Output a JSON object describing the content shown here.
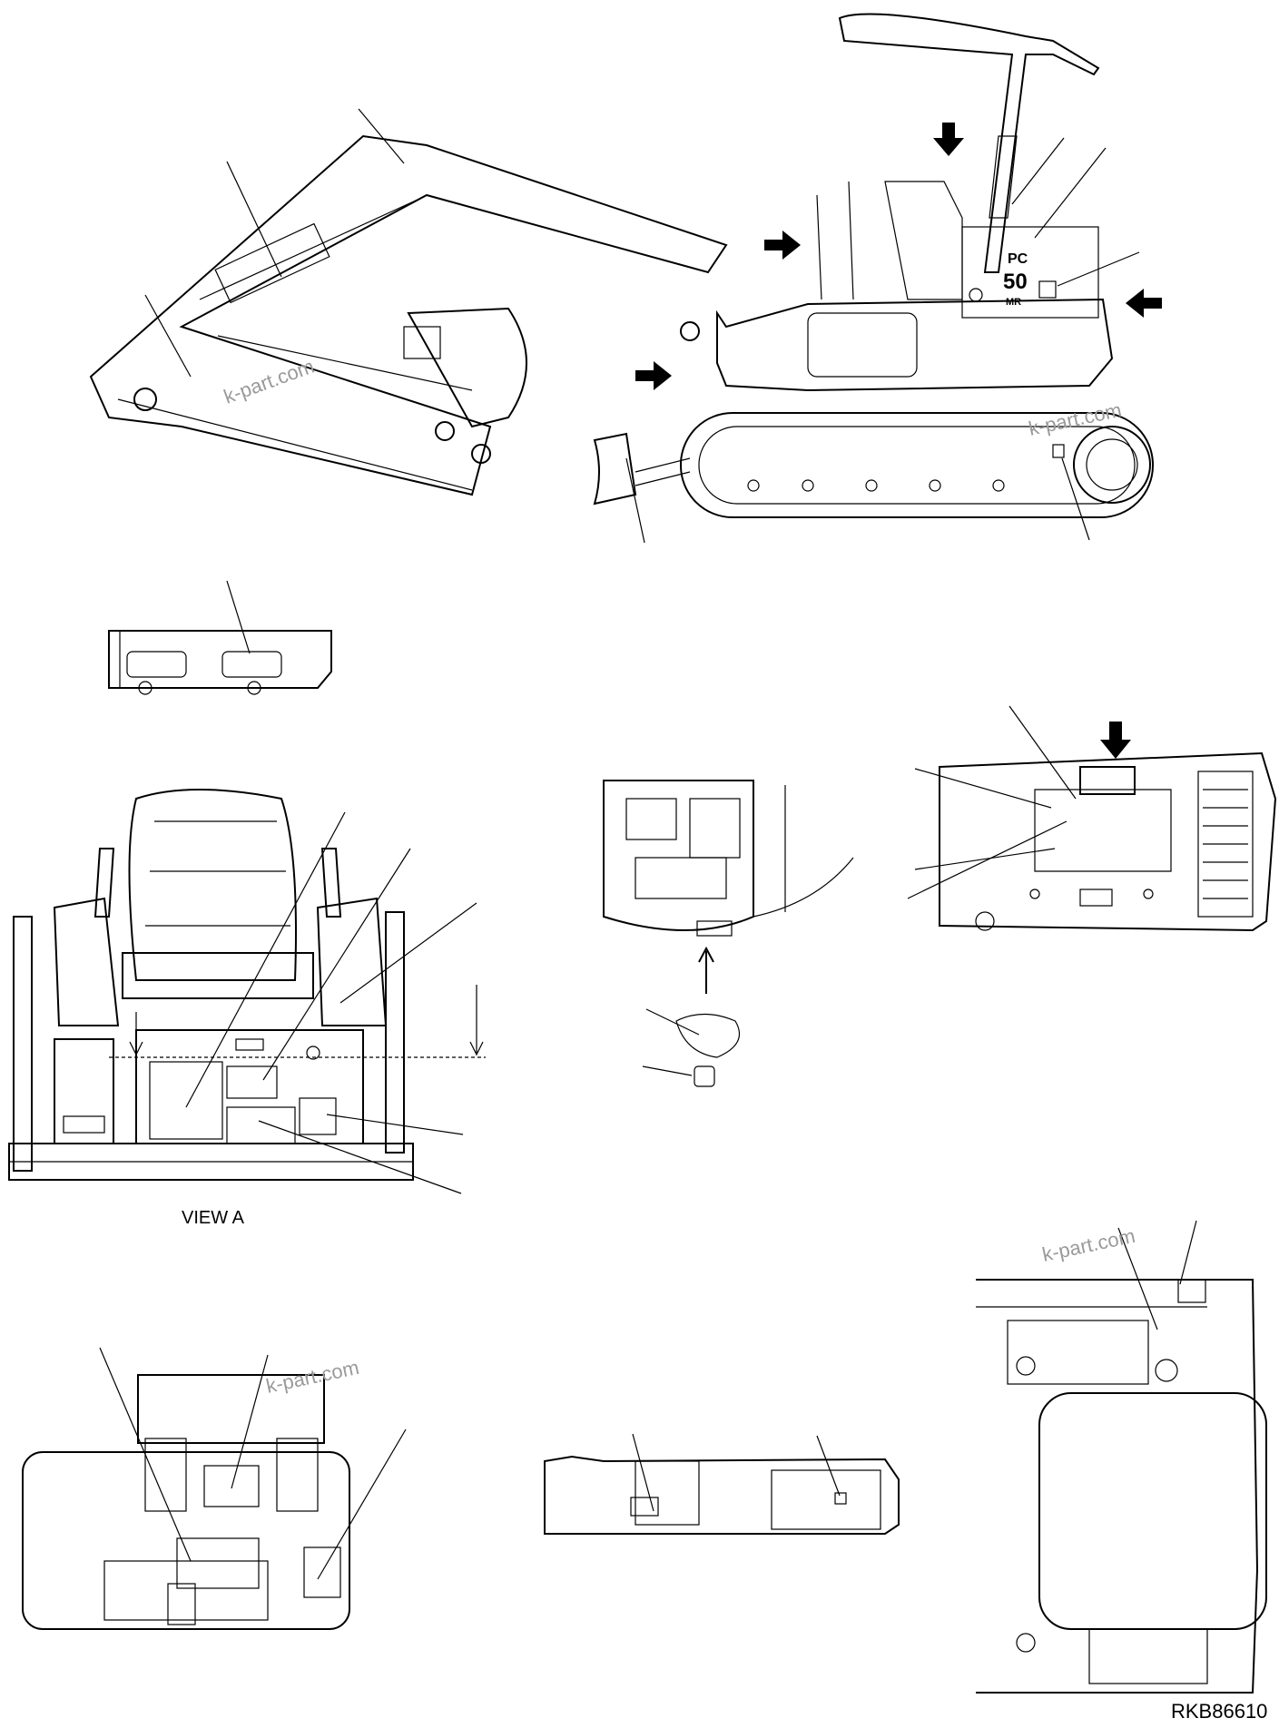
{
  "labels": {
    "view_a": "VIEW A",
    "drawing_number": "RKB86610",
    "model_badge_line1": "PC",
    "model_badge_line2": "50",
    "model_badge_line3": "MR"
  },
  "watermarks": [
    "k-part.com",
    "k-part.com",
    "k-part.com",
    "k-part.com"
  ],
  "colors": {
    "line": "#000000",
    "watermark": "#9a9a9a",
    "background": "#ffffff"
  }
}
